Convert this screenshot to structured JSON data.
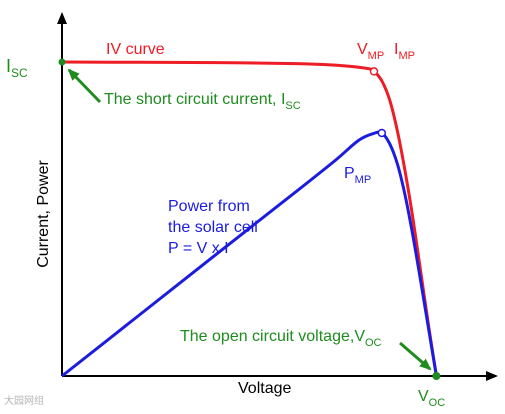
{
  "chart_data": {
    "type": "line",
    "xlabel": "Voltage",
    "ylabel": "Current, Power",
    "xlim": [
      0,
      1
    ],
    "ylim": [
      0,
      1
    ],
    "colors": {
      "iv": "#ee1c24",
      "power": "#1c1ce0",
      "label_green": "#1e8c1e",
      "axis": "#000000"
    },
    "series": [
      {
        "name": "IV curve",
        "x": [
          0,
          0.2,
          0.4,
          0.6,
          0.7,
          0.78,
          0.8,
          0.82,
          0.84,
          0.86,
          0.88,
          0.9,
          0.92,
          0.94,
          0.96
        ],
        "y": [
          1.0,
          0.999,
          0.998,
          0.995,
          0.99,
          0.98,
          0.97,
          0.94,
          0.88,
          0.78,
          0.65,
          0.5,
          0.33,
          0.16,
          0.0
        ]
      },
      {
        "name": "Power from the solar cell",
        "x": [
          0,
          0.2,
          0.4,
          0.6,
          0.7,
          0.76,
          0.8,
          0.82,
          0.84,
          0.86,
          0.88,
          0.9,
          0.92,
          0.94,
          0.96
        ],
        "y": [
          0,
          0.196,
          0.392,
          0.587,
          0.686,
          0.75,
          0.773,
          0.774,
          0.74,
          0.675,
          0.574,
          0.445,
          0.3,
          0.15,
          0.0
        ]
      }
    ],
    "points": {
      "isc": {
        "x": 0,
        "y": 1.0
      },
      "mp": {
        "x": 0.8,
        "y": 0.97
      },
      "pmp": {
        "x": 0.82,
        "y": 0.774
      },
      "voc": {
        "x": 0.96,
        "y": 0
      }
    },
    "labels": {
      "isc": {
        "main": "I",
        "sub": "SC"
      },
      "iv_curve": "IV curve",
      "vmp": {
        "main": "V",
        "sub": "MP"
      },
      "imp": {
        "main": "I",
        "sub": "MP"
      },
      "short_circuit": {
        "main": "The short circuit current, I",
        "sub": "SC"
      },
      "pmp": {
        "main": "P",
        "sub": "MP"
      },
      "power_line1": "Power from",
      "power_line2": "the solar cell",
      "power_line3": "P = V x I",
      "open_circuit": {
        "main": "The open circuit voltage,V",
        "sub": "OC"
      },
      "voc": {
        "main": "V",
        "sub": "OC"
      }
    }
  },
  "watermark": "大园网组"
}
